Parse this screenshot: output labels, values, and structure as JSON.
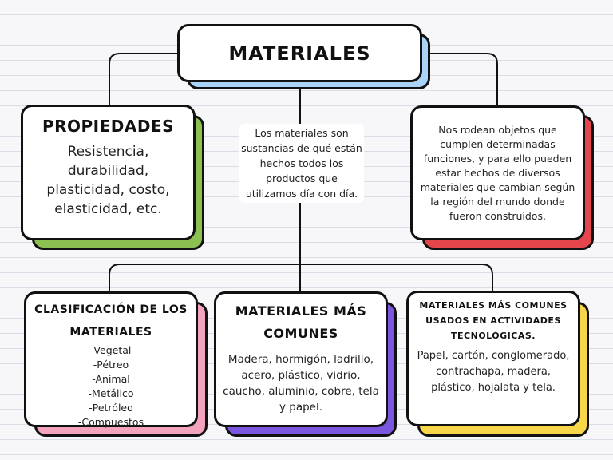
{
  "title": "MATERIALES",
  "center_description": "Los materiales son sustancias de qué están hechos todos los productos que utilizamos día con día.",
  "properties": {
    "heading": "PROPIEDADES",
    "text": "Resistencia, durabilidad, plasticidad, costo, elasticidad, etc."
  },
  "surroundings": {
    "text": "Nos rodean objetos que cumplen determinadas funciones, y para ello pueden estar hechos de diversos materiales que cambian según la región del mundo donde fueron construidos."
  },
  "classification": {
    "heading": "CLASIFICACIÓN DE LOS MATERIALES",
    "items": [
      "-Vegetal",
      "-Pétreo",
      "-Animal",
      "-Metálico",
      "-Petróleo",
      "-Compuestos"
    ]
  },
  "common": {
    "heading": "MATERIALES MÁS COMUNES",
    "text": "Madera, hormigón, ladrillo, acero, plástico, vidrio, caucho, aluminio, cobre, tela y papel."
  },
  "technology": {
    "heading": "MATERIALES MÁS COMUNES USADOS EN ACTIVIDADES TECNOLÓGICAS.",
    "text": "Papel, cartón, conglomerado, contrachapa, madera, plástico, hojalata y tela."
  },
  "colors": {
    "title_shadow": "#a9d4f7",
    "properties_shadow": "#8cc152",
    "surroundings_shadow": "#e5464b",
    "classification_shadow": "#f4a3bd",
    "common_shadow": "#7b57e0",
    "technology_shadow": "#f7d64a"
  }
}
